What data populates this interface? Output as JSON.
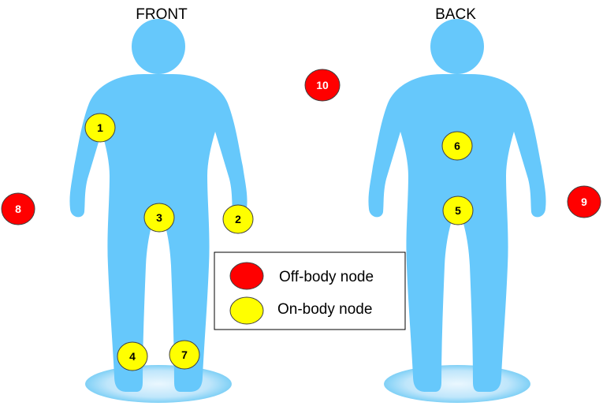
{
  "figures": {
    "front_label": "FRONT",
    "back_label": "BACK"
  },
  "colors": {
    "body": "#66c8fb",
    "floor_light": "#e6f5fe",
    "floor_dark": "#7fd0f6",
    "off_body_fill": "#ff0000",
    "on_body_fill": "#ffff00",
    "node_stroke": "#404040",
    "off_body_text": "#ffffff",
    "on_body_text": "#000000"
  },
  "legend": {
    "off_body_label": "Off-body node",
    "on_body_label": "On-body node"
  },
  "nodes": [
    {
      "id": "1",
      "type": "on-body",
      "placement": "front right shoulder"
    },
    {
      "id": "2",
      "type": "on-body",
      "placement": "front left wrist"
    },
    {
      "id": "3",
      "type": "on-body",
      "placement": "front waist"
    },
    {
      "id": "4",
      "type": "on-body",
      "placement": "front right ankle"
    },
    {
      "id": "5",
      "type": "on-body",
      "placement": "back lower back"
    },
    {
      "id": "6",
      "type": "on-body",
      "placement": "back upper back"
    },
    {
      "id": "7",
      "type": "on-body",
      "placement": "front left ankle"
    },
    {
      "id": "8",
      "type": "off-body",
      "placement": "left of front figure"
    },
    {
      "id": "9",
      "type": "off-body",
      "placement": "right of back figure"
    },
    {
      "id": "10",
      "type": "off-body",
      "placement": "between figures, top"
    }
  ]
}
